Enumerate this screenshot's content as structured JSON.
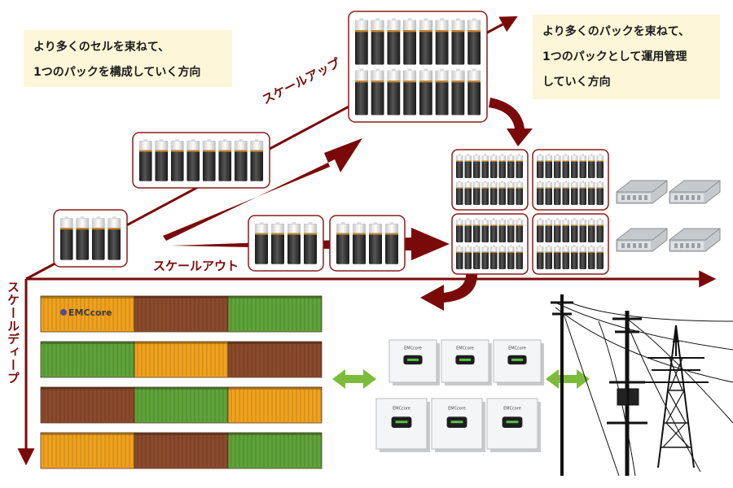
{
  "notes": {
    "scale_up_note": [
      "より多くのセルを束ねて、",
      "1つのパックを構成していく方向"
    ],
    "scale_out_note": [
      "より多くのパックを束ねて、",
      "1つのパックとして運用管理",
      "していく方向"
    ]
  },
  "labels": {
    "scale_up": "スケールアップ",
    "scale_out": "スケールアウト",
    "scale_deep": "スケールディープ"
  },
  "container_logo": "EMCcore",
  "inverter_brand": "EMCcore",
  "colors": {
    "accent": "#7a0a0a",
    "card_border": "#8a1c1c",
    "note_bg": "#fdf6d8",
    "container_orange": "#f0a21e",
    "container_brown": "#8a4a2c",
    "container_green": "#5ea33a",
    "link_arrow": "#7cbc3a"
  },
  "container_rows": [
    [
      "orange",
      "brown",
      "green"
    ],
    [
      "green",
      "orange",
      "brown"
    ],
    [
      "brown",
      "green",
      "orange"
    ],
    [
      "orange",
      "brown",
      "green"
    ]
  ]
}
